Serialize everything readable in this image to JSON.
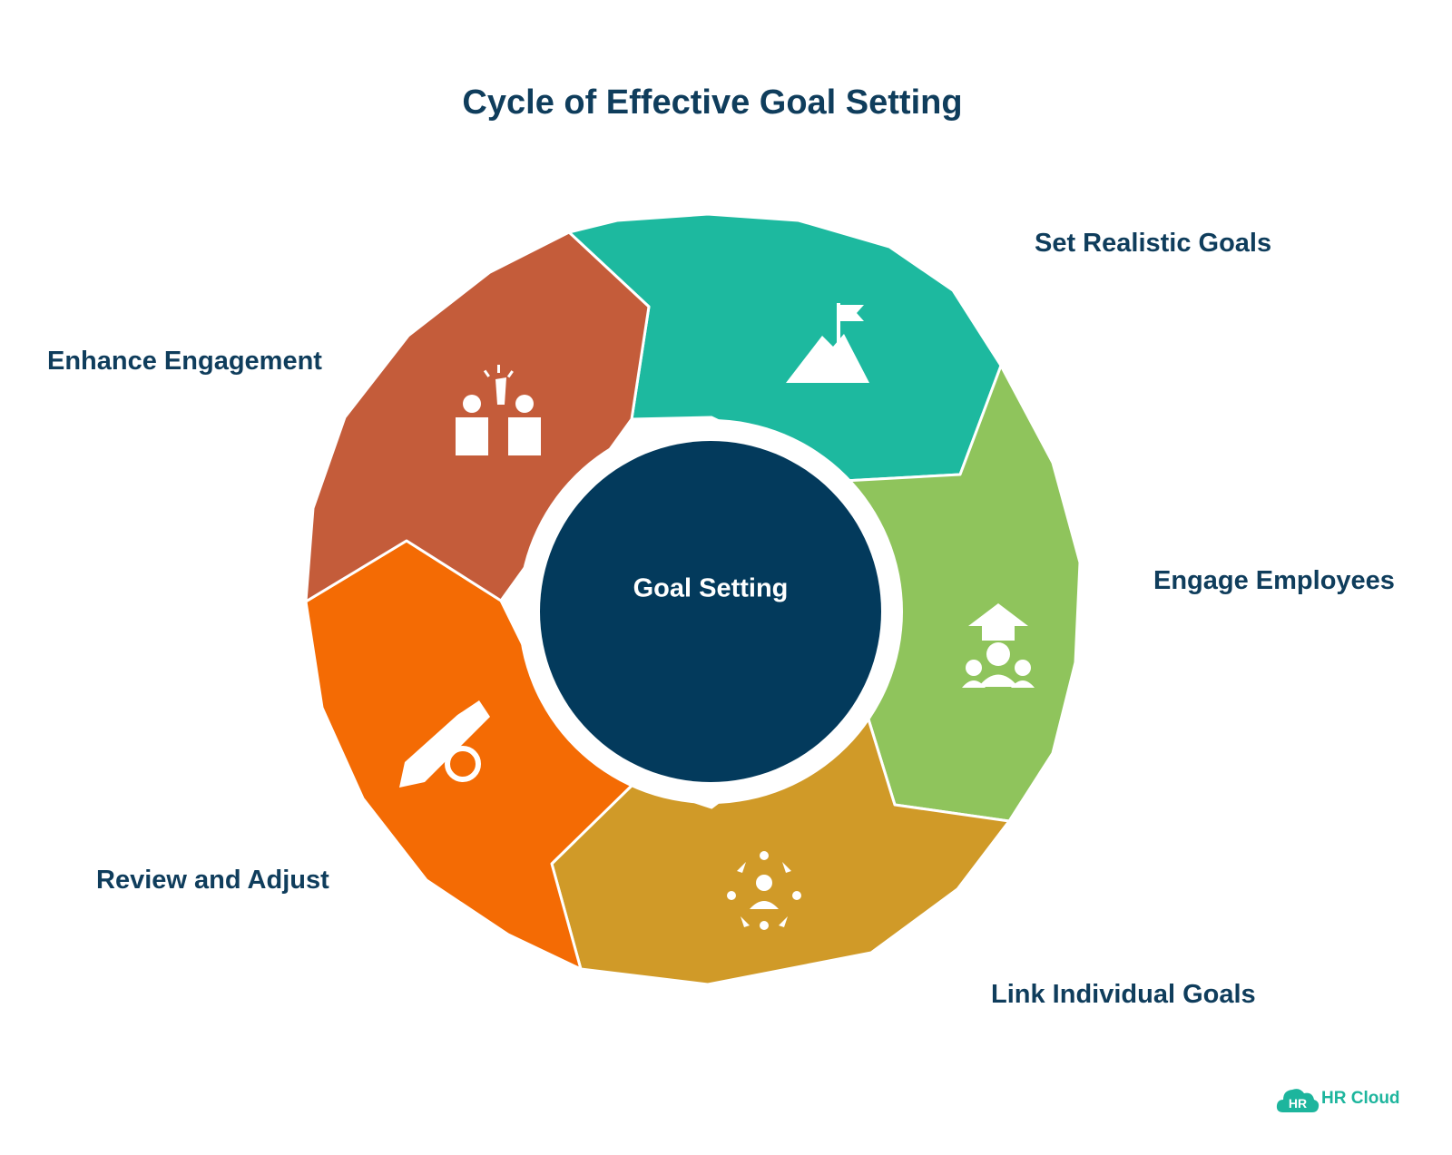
{
  "title": "Cycle of Effective Goal Setting",
  "center": {
    "label": "Goal Setting",
    "color": "#033a5c"
  },
  "segments": [
    {
      "label": "Set Realistic Goals",
      "color": "#1db99f",
      "icon": "mountain-flag-icon"
    },
    {
      "label": "Engage Employees",
      "color": "#8fc45c",
      "icon": "employee-growth-icon"
    },
    {
      "label": "Link Individual Goals",
      "color": "#d09a28",
      "icon": "team-network-icon"
    },
    {
      "label": "Review and Adjust",
      "color": "#f46b04",
      "icon": "pencil-refresh-icon"
    },
    {
      "label": "Enhance Engagement",
      "color": "#c45c3a",
      "icon": "high-five-icon"
    }
  ],
  "logo": {
    "badge": "HR",
    "text": "HR Cloud",
    "color": "#1db59d"
  }
}
